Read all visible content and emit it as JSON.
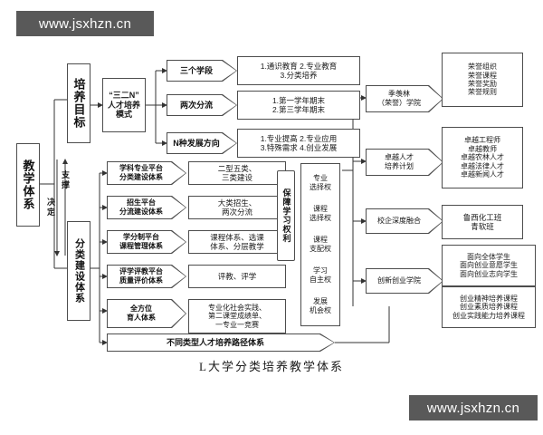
{
  "watermark": {
    "text": "www.jsxhzn.cn"
  },
  "caption": "L大学分类培养教学体系",
  "root": {
    "label": "教学体系"
  },
  "pillars": {
    "goal": "培养目标",
    "construction": "分类建设体系"
  },
  "relations": {
    "support": "支撑",
    "decide": "决定"
  },
  "model": {
    "label": "“三二N”\n人才培养\n模式",
    "line1": "“三二N”",
    "line2": "人才培养",
    "line3": "模式"
  },
  "model_branches": [
    {
      "label": "三个学段",
      "detail": "1.通识教育  2.专业教育\n3.分类培养",
      "detail_lines": [
        "1.通识教育  2.专业教育",
        "3.分类培养"
      ]
    },
    {
      "label": "两次分流",
      "detail": "1.第一学年期末\n2.第三学年期末",
      "detail_lines": [
        "1.第一学年期末",
        "2.第三学年期末"
      ]
    },
    {
      "label": "N种发展方向",
      "detail": "1.专业提高  2.专业应用\n3.特殊需求  4.创业发展",
      "detail_lines": [
        "1.专业提高  2.专业应用",
        "3.特殊需求  4.创业发展"
      ]
    }
  ],
  "platforms": [
    {
      "label": "学科专业平台\n分类建设体系",
      "label_lines": [
        "学科专业平台",
        "分类建设体系"
      ],
      "detail": "二型五类、\n三类建设",
      "detail_lines": [
        "二型五类、",
        "三类建设"
      ]
    },
    {
      "label": "招生平台\n分流建设体系",
      "label_lines": [
        "招生平台",
        "分流建设体系"
      ],
      "detail": "大类招生、\n两次分流",
      "detail_lines": [
        "大类招生、",
        "两次分流"
      ]
    },
    {
      "label": "学分制平台\n课程管理体系",
      "label_lines": [
        "学分制平台",
        "课程管理体系"
      ],
      "detail": "课程体系、选课\n体系、分层教学",
      "detail_lines": [
        "课程体系、选课",
        "体系、分层教学"
      ]
    },
    {
      "label": "评学评教平台\n质量评价体系",
      "label_lines": [
        "评学评教平台",
        "质量评价体系"
      ],
      "detail": "评教、评学",
      "detail_lines": [
        "评教、评学"
      ]
    },
    {
      "label": "全方位\n育人体系",
      "label_lines": [
        "全方位",
        "育人体系"
      ],
      "detail": "专业化社会实践、\n第二课堂成绩单、\n一专业一竞赛",
      "detail_lines": [
        "专业化社会实践、",
        "第二课堂成绩单、",
        "一专业一竞赛"
      ]
    }
  ],
  "paths_row": {
    "label": "不同类型人才培养路径体系"
  },
  "rights": {
    "title": "保障学习权利",
    "items": [
      {
        "line1": "专业",
        "line2": "选择权"
      },
      {
        "line1": "课程",
        "line2": "选择权"
      },
      {
        "line1": "课程",
        "line2": "支配权"
      },
      {
        "line1": "学习",
        "line2": "自主权"
      },
      {
        "line1": "发展",
        "line2": "机会权"
      }
    ]
  },
  "programs": [
    {
      "label": "季羡林\n（荣誉）学院",
      "label_lines": [
        "季羡林",
        "（荣誉）学院"
      ],
      "detail_lines": [
        "荣誉组织",
        "荣誉课程",
        "荣誉奖励",
        "荣誉规则"
      ]
    },
    {
      "label": "卓越人才\n培养计划",
      "label_lines": [
        "卓越人才",
        "培养计划"
      ],
      "detail_lines": [
        "卓越工程师",
        "卓越教师",
        "卓越农林人才",
        "卓越法律人才",
        "卓越新闻人才"
      ]
    },
    {
      "label": "校企深度融合",
      "label_lines": [
        "校企深度融合"
      ],
      "detail_lines": [
        "鲁西化工班",
        "青软班"
      ]
    },
    {
      "label": "创新创业学院",
      "label_lines": [
        "创新创业学院"
      ],
      "detail_lines": [
        "面向全体学生",
        "面向创业意愿学生",
        "面向创业志向学生"
      ],
      "detail_lines2": [
        "创业精神培养课程",
        "创业素质培养课程",
        "创业实践能力培养课程"
      ]
    }
  ],
  "colors": {
    "watermark_bg": "#595959",
    "watermark_text": "#ffffff",
    "stroke": "#4d4d4d",
    "text": "#1a1a1a",
    "background": "#ffffff"
  }
}
